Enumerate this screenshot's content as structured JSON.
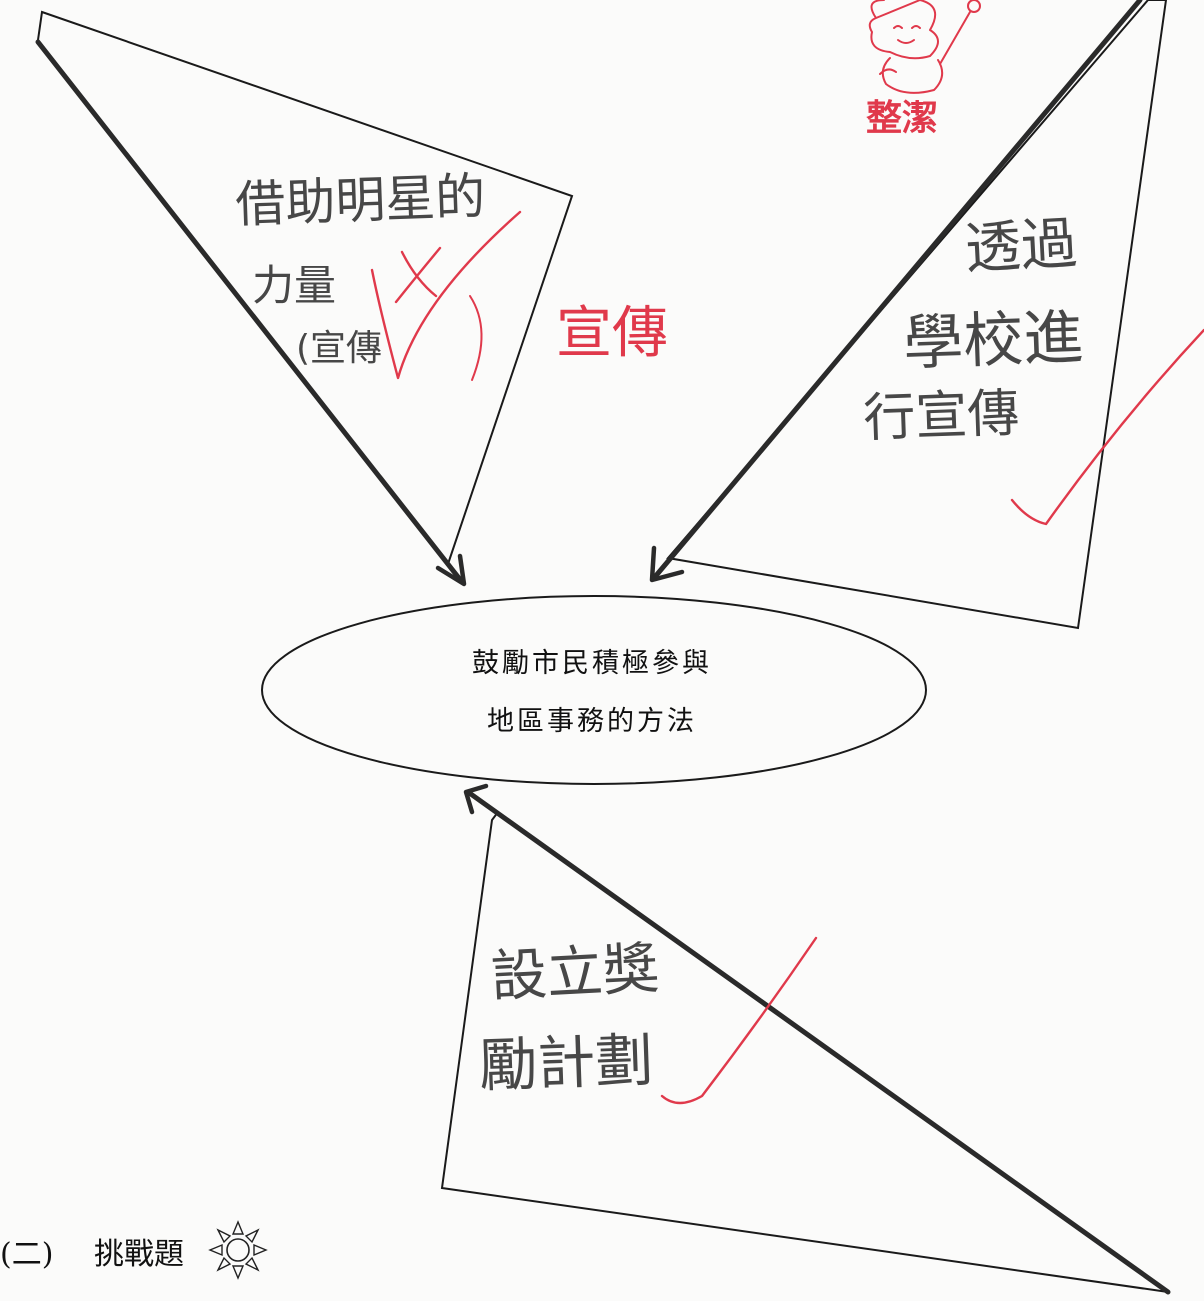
{
  "center_topic": {
    "line1": "鼓勵市民積極參與",
    "line2": "地區事務的方法"
  },
  "answers": {
    "left": {
      "line1": "借助明星的",
      "line2": "力量",
      "line3": "(宣傳"
    },
    "right": {
      "line1": "透過",
      "line2": "學校進",
      "line3": "行宣傳"
    },
    "bottom": {
      "line1": "設立獎",
      "line2": "勵計劃"
    }
  },
  "teacher_marks": {
    "correction": "宣傳",
    "stamp_text": "整潔",
    "mark_color": "#e0394b"
  },
  "section": {
    "label": "(二)",
    "title": "挑戰題",
    "icon": "sun-icon"
  }
}
